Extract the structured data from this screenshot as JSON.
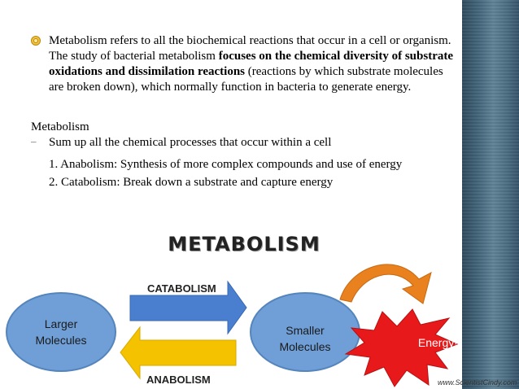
{
  "intro": {
    "part1": "Metabolism refers to all the biochemical reactions that occur in a cell or organism. The study of bacterial metabolism ",
    "bold": "focuses on the chemical diversity of substrate oxidations and dissimilation reactions",
    "part2": " (reactions by which substrate molecules are broken down), which normally function in bacteria to generate energy."
  },
  "heading": "Metabolism",
  "subpoint": "Sum up all the chemical processes that occur within a cell",
  "items": [
    "1. Anabolism: Synthesis of more complex compounds and use of energy",
    "2. Catabolism: Break down a substrate and capture energy"
  ],
  "diagram": {
    "title": "METABOLISM",
    "catabolism_label": "CATABOLISM",
    "anabolism_label": "ANABOLISM",
    "larger_line1": "Larger",
    "larger_line2": "Molecules",
    "smaller_line1": "Smaller",
    "smaller_line2": "Molecules",
    "energy": "Energy!",
    "credit": "www.ScientistCindy.com",
    "colors": {
      "oval": "#6f9fd6",
      "arrow_blue": "#4a7fcf",
      "arrow_yellow": "#f5c200",
      "starburst": "#e8191b",
      "curved_arrow": "#e8811e"
    }
  }
}
